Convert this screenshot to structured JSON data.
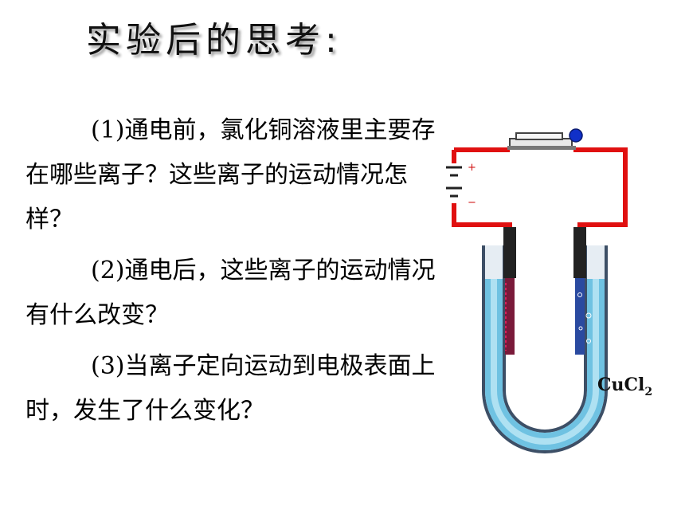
{
  "slide": {
    "title": "实验后的思考:",
    "questions": [
      "(1)通电前，氯化铜溶液里主要存在哪些离子？这些离子的运动情况怎样？",
      "(2)通电后，这些离子的运动情况有什么改变？",
      "(3)当离子定向运动到电极表面上时，发生了什么变化？"
    ]
  },
  "apparatus": {
    "solution_label_main": "CuCl",
    "solution_label_sub": "2",
    "battery_positive": "+",
    "battery_negative": "−",
    "colors": {
      "wire": "#e01010",
      "solution": "#8fd3ea",
      "electrode": "#222222",
      "switch_knob": "#1030c8",
      "cathode_deposit": "#c21a3a"
    }
  }
}
